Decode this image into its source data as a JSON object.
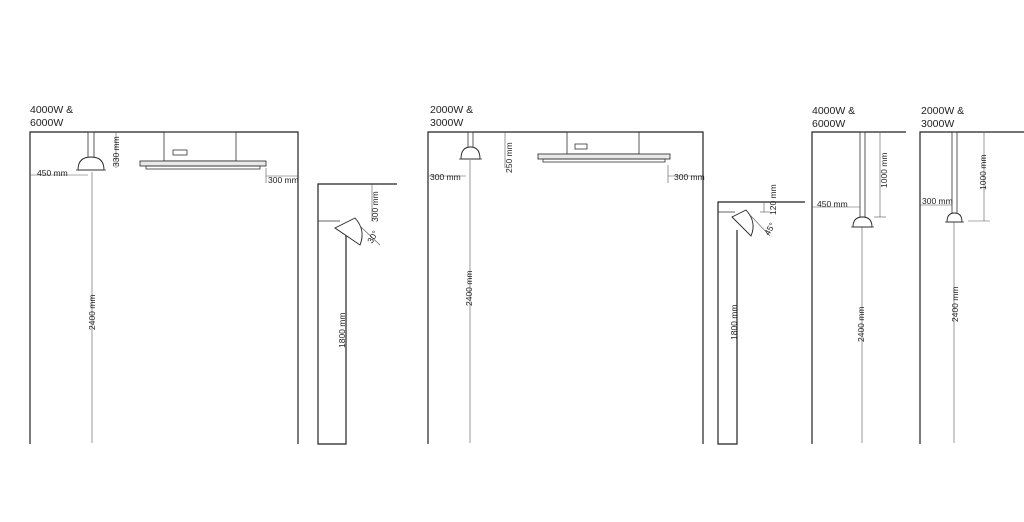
{
  "groups": {
    "left_title_line1": "4000W &",
    "left_title_line2": "6000W",
    "mid_title_line1": "2000W &",
    "mid_title_line2": "3000W",
    "pole_a_title_line1": "4000W &",
    "pole_a_title_line2": "6000W",
    "pole_b_title_line1": "2000W &",
    "pole_b_title_line2": "3000W"
  },
  "dimensions": {
    "d1_450": "450 mm",
    "d1_330": "330 mm",
    "d1_2400": "2400 mm",
    "d1_300": "300 mm",
    "d2_300_wall": "300 mm",
    "d2_30deg": "30°",
    "d2_1800": "1800 mm",
    "d3_300": "300 mm",
    "d3_250": "250 mm",
    "d3_2400": "2400 mm",
    "d3_300_right": "300 mm",
    "d4_120": "120 mm",
    "d4_45deg": "45°",
    "d4_1800": "1800 mm",
    "d5_1000": "1000 mm",
    "d5_450": "450 mm",
    "d5_2400": "2400 mm",
    "d6_1000": "1000 mm",
    "d6_300": "300 mm",
    "d6_2400": "2400 mm"
  }
}
